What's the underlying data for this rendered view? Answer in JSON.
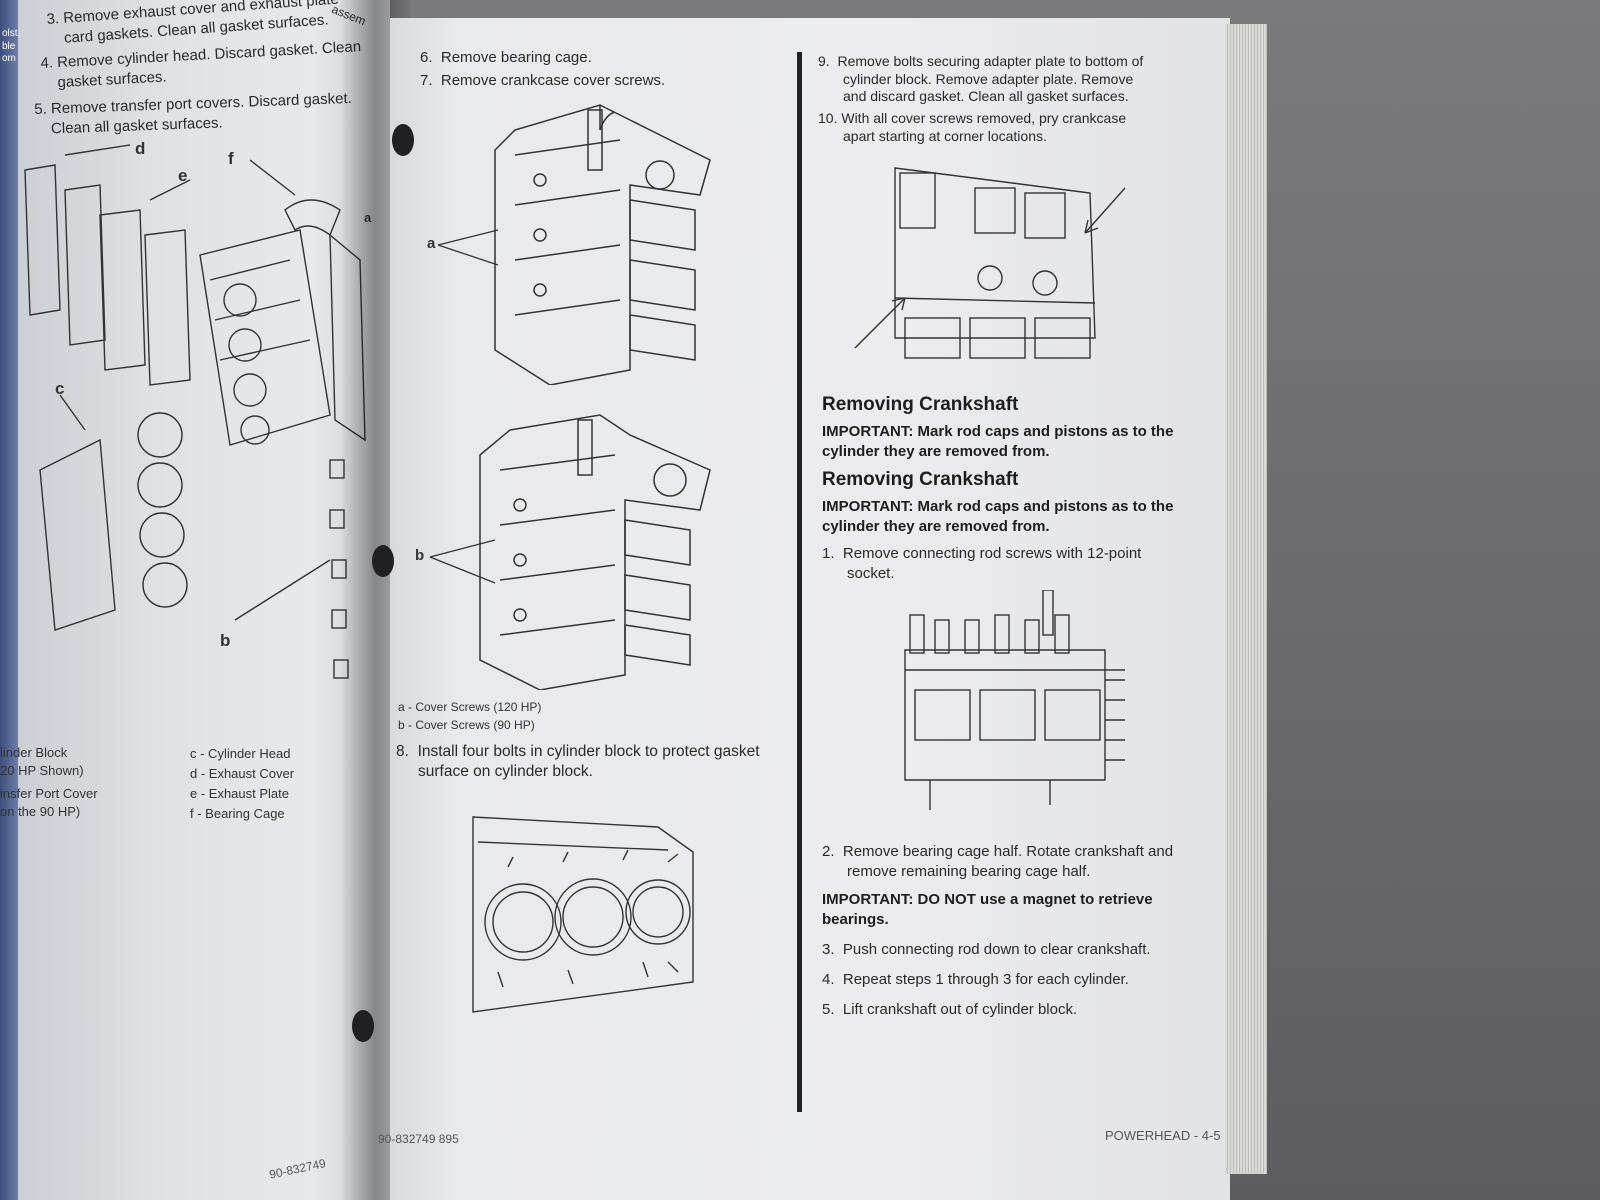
{
  "left_page": {
    "corner_text": [
      "olst.",
      "ble",
      "om"
    ],
    "header_fragment": "assem",
    "steps": [
      {
        "num": "3.",
        "text": "Remove exhaust cover and exhaust plate",
        "cont": "card gaskets. Clean all gasket surfaces."
      },
      {
        "num": "4.",
        "text": "Remove cylinder head. Discard gasket. Clean",
        "cont": "gasket surfaces."
      },
      {
        "num": "5.",
        "text": "Remove transfer port covers. Discard gasket.",
        "cont": "Clean all gasket surfaces."
      }
    ],
    "callouts": {
      "d": "d",
      "e": "e",
      "f": "f",
      "a": "a",
      "c": "c",
      "b": "b"
    },
    "legend_left": [
      "linder Block",
      "20 HP Shown)",
      "insfer Port Cover",
      "on the 90 HP)"
    ],
    "legend_right": [
      "c - Cylinder Head",
      "d - Exhaust Cover",
      "e - Exhaust Plate",
      "f - Bearing Cage"
    ],
    "footer": "90-832749"
  },
  "right_page": {
    "steps_top": [
      {
        "num": "6.",
        "text": "Remove bearing cage."
      },
      {
        "num": "7.",
        "text": "Remove crankcase cover screws."
      }
    ],
    "callout_a": "a",
    "callout_b": "b",
    "caption_a": "a - Cover Screws (120 HP)",
    "caption_b": "b - Cover Screws (90 HP)",
    "step8": {
      "num": "8.",
      "line1": "Install four bolts in cylinder block to protect gasket",
      "line2": "surface on cylinder block."
    },
    "footer_left": "90-832749  895",
    "footer_right": "POWERHEAD - 4-5"
  },
  "right_column": {
    "step9": {
      "num": "9.",
      "line1": "Remove bolts securing adapter plate to bottom of",
      "line2": "cylinder block. Remove adapter plate. Remove",
      "line3": "and discard gasket. Clean all gasket surfaces."
    },
    "step10": {
      "num": "10.",
      "line1": "With all cover screws removed, pry crankcase",
      "line2": "apart starting at corner locations."
    },
    "heading1": "Removing Crankshaft",
    "important1_line1": "IMPORTANT: Mark rod caps and pistons as to the",
    "important1_line2": "cylinder they are removed from.",
    "heading2": "Removing Crankshaft",
    "important2_line1": "IMPORTANT: Mark rod caps and pistons as to the",
    "important2_line2": "cylinder they are removed from.",
    "step1": {
      "num": "1.",
      "line1": "Remove connecting rod screws with 12-point",
      "line2": "socket."
    },
    "step2": {
      "num": "2.",
      "line1": "Remove bearing cage half. Rotate crankshaft and",
      "line2": "remove remaining bearing cage half."
    },
    "important3_line1": "IMPORTANT: DO NOT use a magnet to retrieve",
    "important3_line2": "bearings.",
    "step3": {
      "num": "3.",
      "text": "Push connecting rod down to clear crankshaft."
    },
    "step4": {
      "num": "4.",
      "text": "Repeat steps 1 through 3 for each cylinder."
    },
    "step5": {
      "num": "5.",
      "text": "Lift crankshaft out of cylinder block."
    }
  }
}
